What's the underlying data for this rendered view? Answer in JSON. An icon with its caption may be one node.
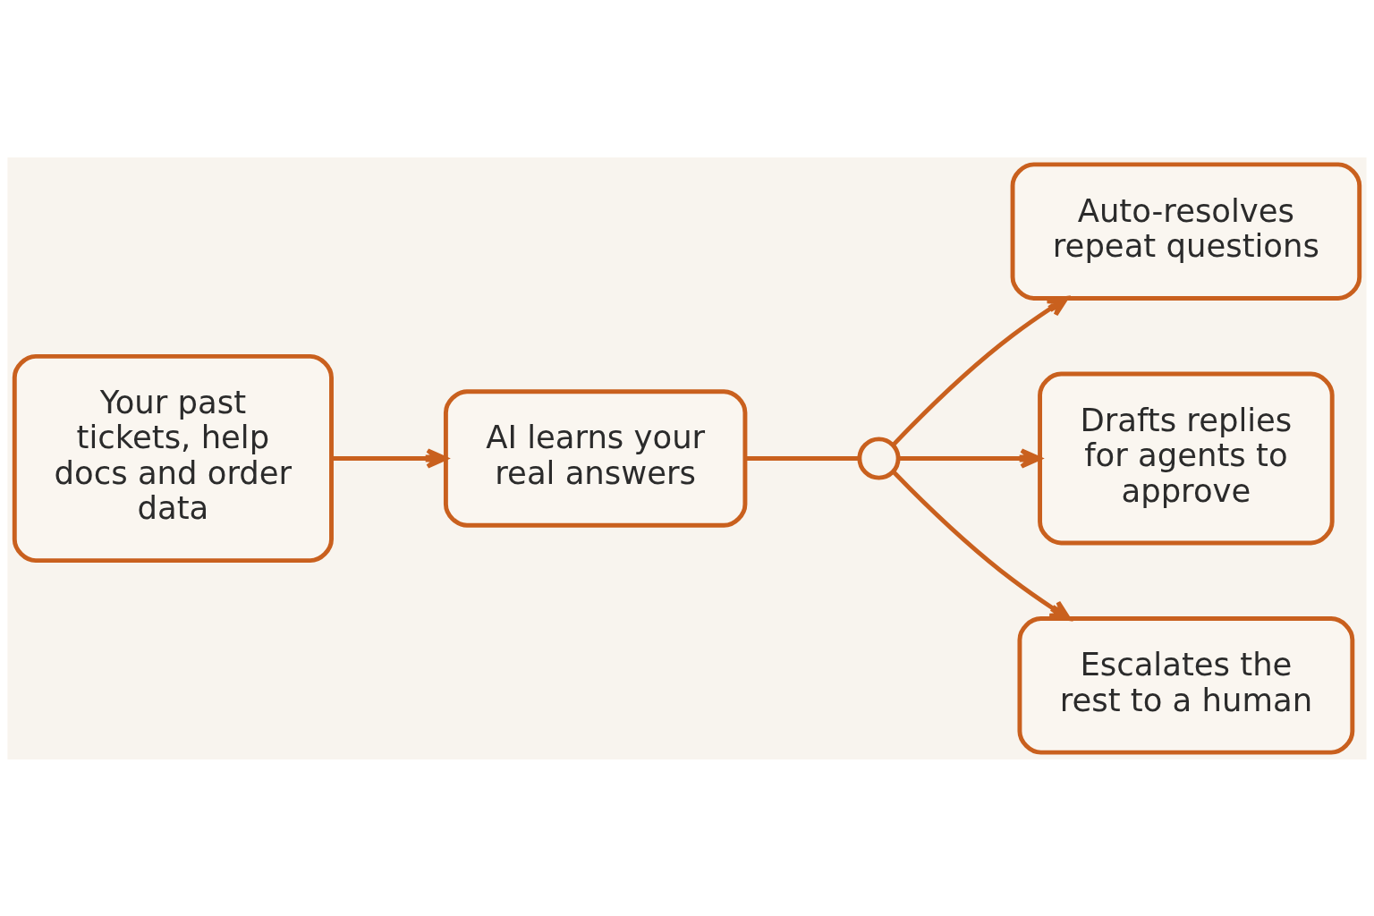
{
  "diagram": {
    "nodes": [
      {
        "text": [
          "Your past tickets, help docs and order data"
        ]
      },
      {
        "text": [
          "AI learns your real answers"
        ]
      },
      {
        "text": [],
        "shape": "circle"
      },
      {
        "text": [
          "Auto-resolves repeat questions"
        ]
      },
      {
        "text": [
          "Drafts replies for agents to approve"
        ]
      },
      {
        "text": [
          "Escalates the rest to a human"
        ]
      }
    ],
    "edges": [
      {
        "from": 0,
        "to": 1,
        "arrow": "to"
      },
      {
        "from": 1,
        "to": 2,
        "arrow": "none"
      },
      {
        "from": 2,
        "to": 3,
        "arrow": "to"
      },
      {
        "from": 2,
        "to": 4,
        "arrow": "to"
      },
      {
        "from": 2,
        "to": 5,
        "arrow": "to"
      }
    ]
  }
}
